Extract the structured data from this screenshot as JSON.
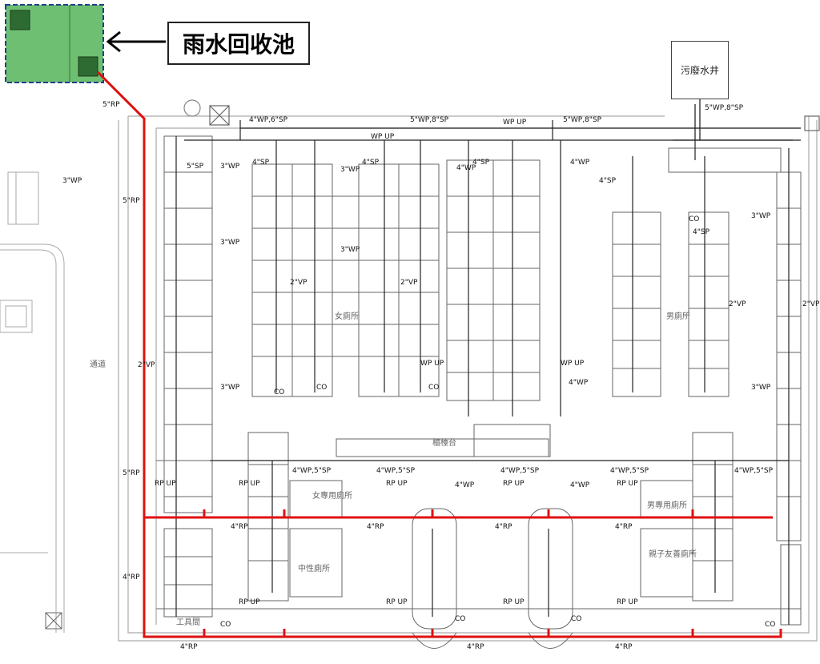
{
  "callout": {
    "title": "雨水回收池"
  },
  "manhole": {
    "title": "污廢水井"
  },
  "rooms": {
    "women": "女廁所",
    "men": "男廁所",
    "corridor": "通道",
    "service_counter": "櫃檯台",
    "tool_room": "工具間",
    "unisex": "中性廁所",
    "female_only": "女專用廁所",
    "male_only": "男專用廁所",
    "parent_child": "親子友善廁所"
  },
  "pipe_labels": {
    "rp5_top": "5\"RP",
    "rp5_left": "5\"RP",
    "rp5_mid": "5\"RP",
    "rp4_left": "4\"RP",
    "wp3_left": "3\"WP",
    "vp2_left": "2\"VP",
    "wp_sp_4_6": "4\"WP,6\"SP",
    "wp_sp_5_8": "5\"WP,8\"SP",
    "wp_sp_5_8b": "5\"WP,8\"SP",
    "wp_sp_5_8c": "5\"WP,8\"SP",
    "wp_up": "WP UP",
    "wp_up2": "WP UP",
    "wp_up3": "WP UP",
    "wp_up4": "WP UP",
    "sp4": "4\"SP",
    "sp5": "5\"SP",
    "wp3": "3\"WP",
    "wp4": "4\"WP",
    "vp2": "2\"VP",
    "rp_up": "RP UP",
    "rp4": "4\"RP",
    "wp_sp_4_5": "4\"WP,5\"SP",
    "co": "CO"
  },
  "legend_colors": {
    "rain_pipe": "#e01010",
    "pool_fill": "#6fbf73",
    "pool_border": "#1f3f8f"
  }
}
